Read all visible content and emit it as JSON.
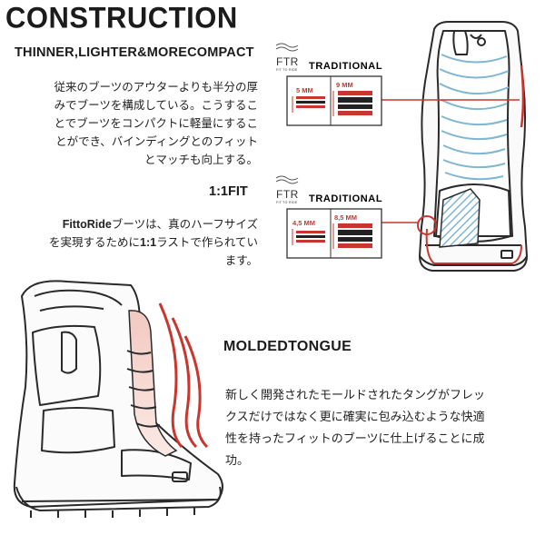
{
  "title": "CONSTRUCTION",
  "section1": {
    "heading": "THINNER,LIGHTER&MORECOMPACT",
    "lines": [
      "従来のブーツのアウターよりも半分の厚",
      "みでブーツを構成している。こうするこ",
      "とでブーツをコンパクトに軽量にするこ",
      "とができ、バインディングとのフィット",
      "とマッチも向上する。"
    ]
  },
  "section2": {
    "heading": "1:1FIT",
    "line1_bold": "FittoRide",
    "line1_rest": "ブーツは、真のハーフサイズ",
    "line2_pre": "を実現するために",
    "line2_bold": "1:1",
    "line2_post": "ラストで作られてい",
    "line3": "ます。"
  },
  "section3": {
    "heading": "MOLDEDTONGUE",
    "lines": [
      "新しく開発されたモールドされたタングがフレッ",
      "クスだけではなく更に確実に包み込むような快適",
      "性を持ったフィットのブーツに仕上げることに成",
      "功。"
    ]
  },
  "panel1": {
    "ftr_logo": "FTR",
    "ftr_sub": "FIT TO RIDE",
    "label": "TRADITIONAL",
    "thin": "5 MM",
    "thick": "9 MM"
  },
  "panel2": {
    "ftr_logo": "FTR",
    "ftr_sub": "FIT TO RIDE",
    "label": "TRADITIONAL",
    "thin": "4,5 MM",
    "thick": "8,5 MM"
  },
  "colors": {
    "accent_red": "#c8362e",
    "lace_blue": "#7fb6d3",
    "text": "#222222"
  }
}
